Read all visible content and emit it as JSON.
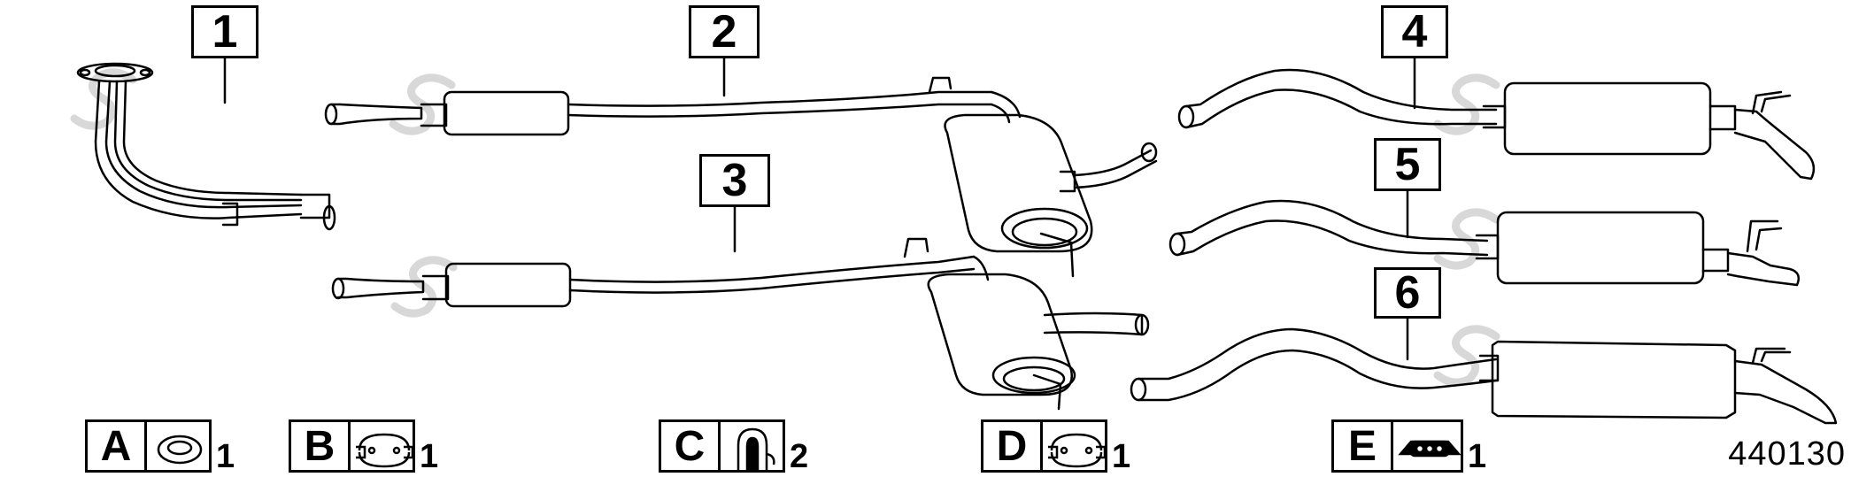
{
  "diagram": {
    "part_number": "440130",
    "callouts": [
      {
        "id": "1",
        "label": "1"
      },
      {
        "id": "2",
        "label": "2"
      },
      {
        "id": "3",
        "label": "3"
      },
      {
        "id": "4",
        "label": "4"
      },
      {
        "id": "5",
        "label": "5"
      },
      {
        "id": "6",
        "label": "6"
      }
    ],
    "legend": [
      {
        "letter": "A",
        "qty": "1",
        "icon": "gasket-ring-icon"
      },
      {
        "letter": "B",
        "qty": "1",
        "icon": "pipe-clamp-icon"
      },
      {
        "letter": "C",
        "qty": "2",
        "icon": "rubber-hanger-icon"
      },
      {
        "letter": "D",
        "qty": "1",
        "icon": "pipe-clamp-icon"
      },
      {
        "letter": "E",
        "qty": "1",
        "icon": "rubber-mount-icon"
      }
    ]
  }
}
